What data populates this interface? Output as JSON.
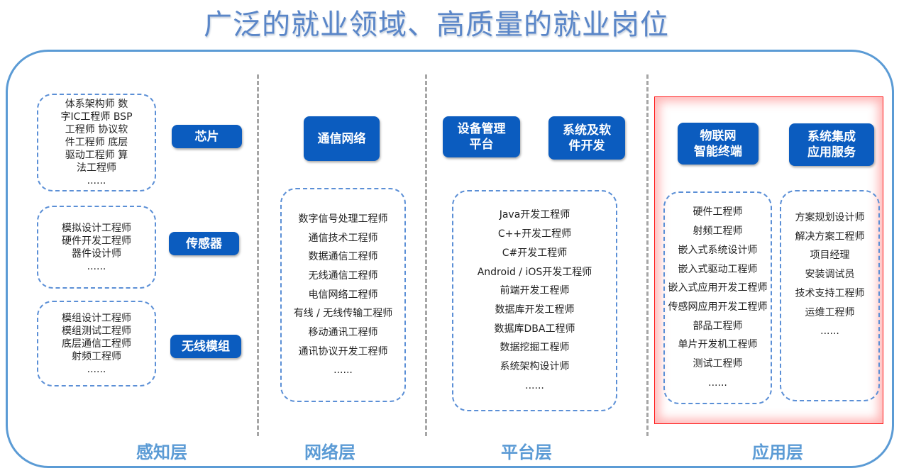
{
  "title": "广泛的就业领域、高质量的就业岗位",
  "layers": [
    "感知层",
    "网络层",
    "平台层",
    "应用层"
  ],
  "perception": {
    "chip": {
      "label": "芯片",
      "jobs": [
        "体系架构师 数",
        "字IC工程师 BSP",
        "工程师 协议软",
        "件工程师 底层",
        "驱动工程师 算",
        "法工程师",
        "......"
      ]
    },
    "sensor": {
      "label": "传感器",
      "jobs": [
        "模拟设计工程师",
        "硬件开发工程师",
        "器件设计师",
        "......"
      ]
    },
    "wireless": {
      "label": "无线模组",
      "jobs": [
        "模组设计工程师",
        "模组测试工程师",
        "底层通信工程师",
        "射频工程师",
        "......"
      ]
    }
  },
  "network": {
    "label": "通信网络",
    "jobs": [
      "数字信号处理工程师",
      "通信技术工程师",
      "数据通信工程师",
      "无线通信工程师",
      "电信网络工程师",
      "有线 / 无线传输工程师",
      "移动通讯工程师",
      "通讯协议开发工程师",
      "......"
    ]
  },
  "platform": {
    "device_label": "设备管理\n平台",
    "software_label": "系统及软\n件开发",
    "jobs": [
      "Java开发工程师",
      "C++开发工程师",
      "C#开发工程师",
      "Android / iOS开发工程师",
      "前端开发工程师",
      "数据库开发工程师",
      "数据库DBA工程师",
      "数据挖掘工程师",
      "系统架构设计师",
      "......"
    ]
  },
  "application": {
    "iot_label": "物联网\n智能终端",
    "integration_label": "系统集成\n应用服务",
    "iot_jobs": [
      "硬件工程师",
      "射频工程师",
      "嵌入式系统设计师",
      "嵌入式驱动工程师",
      "嵌入式应用开发工程师",
      "传感网应用开发工程师",
      "部品工程师",
      "单片开发机工程师",
      "测试工程师",
      "......"
    ],
    "integration_jobs": [
      "方案规划设计师",
      "解决方案工程师",
      "项目经理",
      "安装调试员",
      "技术支持工程师",
      "运维工程师",
      "......"
    ]
  }
}
